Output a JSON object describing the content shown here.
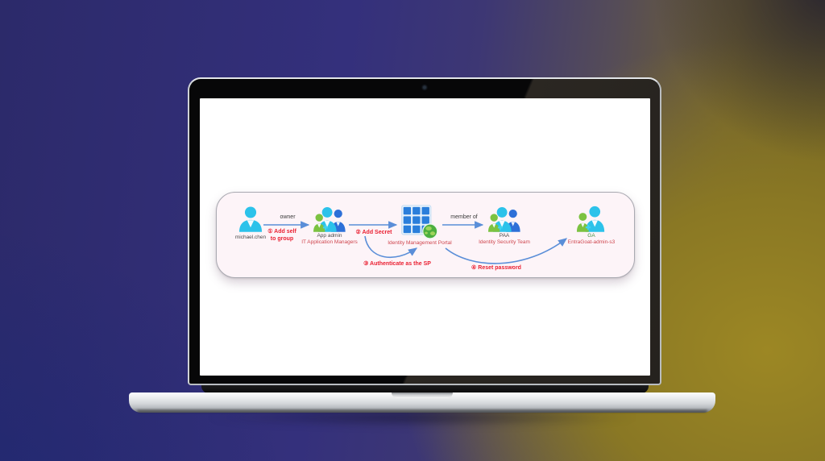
{
  "scene": {
    "colors": {
      "background_left": "#2c2a6a",
      "background_right": "#8a7824",
      "panel_background": "#fdf4f8",
      "arrow_blue": "#5a8ed8",
      "step_red": "#ea1f31",
      "person_cyan": "#2cc2ea",
      "person_green": "#7cc241",
      "person_blue": "#2d70d8",
      "portal_blue": "#2a7edb",
      "globe_green": "#4caf3f"
    },
    "icons": {
      "webcam": "webcam-dot-icon",
      "single_user": "person-icon",
      "group": "user-group-icon",
      "portal": "app-grid-globe-icon",
      "admin_user": "admin-person-icon"
    }
  },
  "diagram": {
    "nodes": {
      "michael": {
        "label": "michael.chen"
      },
      "group1": {
        "role": "App admin",
        "label": "IT Application Managers"
      },
      "portal": {
        "label": "Identity Management Portal"
      },
      "group2": {
        "role": "PAA",
        "label": "Identity Security Team"
      },
      "ga": {
        "role": "GA",
        "label": "EntraGoat-admin-s3"
      }
    },
    "edges": {
      "owner": "owner",
      "member_of": "member of"
    },
    "steps": {
      "s1a": "① Add self",
      "s1b": "to group",
      "s2": "② Add Secret",
      "s3": "③ Authenticate as the SP",
      "s4": "④ Reset password"
    }
  }
}
